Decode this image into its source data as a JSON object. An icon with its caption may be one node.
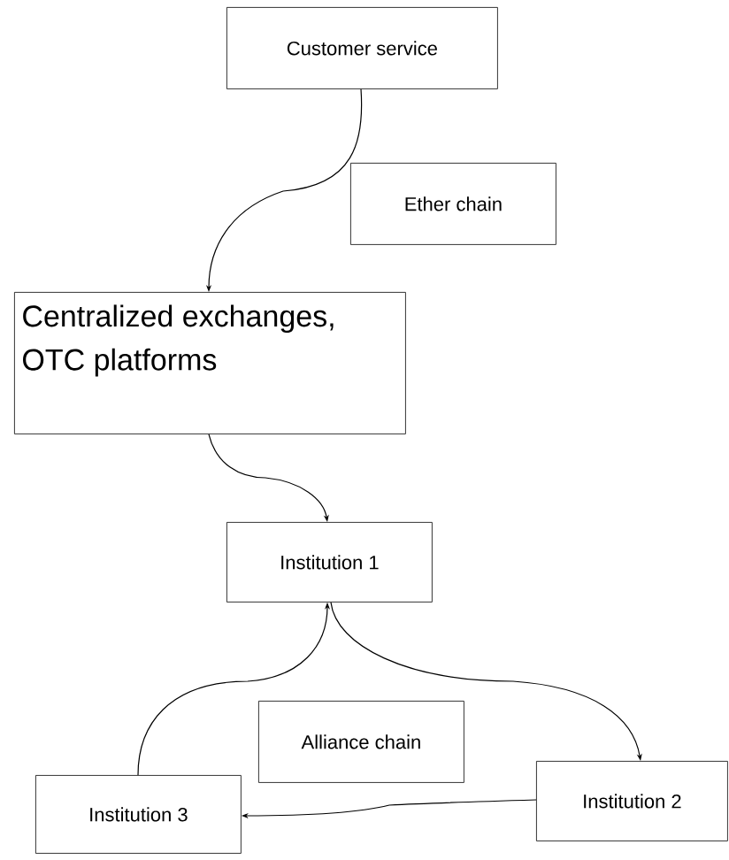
{
  "diagram": {
    "nodes": [
      {
        "text": [
          "Customer service"
        ]
      },
      {
        "text": [
          "Ether chain"
        ]
      },
      {
        "text": [
          "Centralized exchanges, OTC platforms"
        ]
      },
      {
        "text": [
          "Institution 1"
        ]
      },
      {
        "text": [
          "Alliance chain"
        ]
      },
      {
        "text": [
          "Institution 3"
        ]
      },
      {
        "text": [
          "Institution 2"
        ]
      }
    ],
    "edges": [
      {
        "from": 0,
        "to": 2,
        "arrow": "to"
      },
      {
        "from": 2,
        "to": 3,
        "arrow": "to"
      },
      {
        "from": 5,
        "to": 3,
        "arrow": "to"
      },
      {
        "from": 3,
        "to": 6,
        "arrow": "to"
      },
      {
        "from": 6,
        "to": 5,
        "arrow": "to"
      }
    ]
  }
}
